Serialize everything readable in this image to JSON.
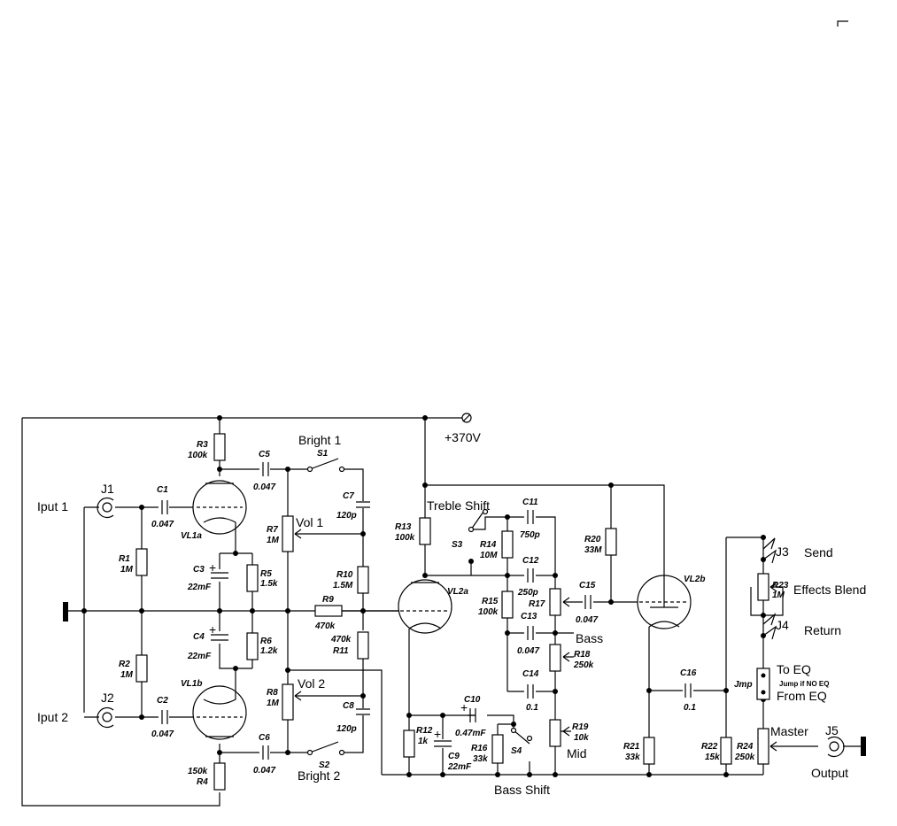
{
  "supply": {
    "label": "+370V"
  },
  "inputs": {
    "j1": {
      "ref": "J1",
      "label": "Iput 1"
    },
    "j2": {
      "ref": "J2",
      "label": "Iput 2"
    }
  },
  "tubes": {
    "vl1a": "VL1a",
    "vl1b": "VL1b",
    "vl2a": "VL2a",
    "vl2b": "VL2b"
  },
  "resistors": {
    "r1": {
      "ref": "R1",
      "value": "1M"
    },
    "r2": {
      "ref": "R2",
      "value": "1M"
    },
    "r3": {
      "ref": "R3",
      "value": "100k"
    },
    "r4": {
      "ref": "R4",
      "value": "150k"
    },
    "r5": {
      "ref": "R5",
      "value": "1.5k"
    },
    "r6": {
      "ref": "R6",
      "value": "1.2k"
    },
    "r9": {
      "ref": "R9",
      "value": "470k"
    },
    "r10": {
      "ref": "R10",
      "value": "1.5M"
    },
    "r11": {
      "ref": "R11",
      "value": "470k"
    },
    "r12": {
      "ref": "R12",
      "value": "1k"
    },
    "r13": {
      "ref": "R13",
      "value": "100k"
    },
    "r14": {
      "ref": "R14",
      "value": "10M"
    },
    "r15": {
      "ref": "R15",
      "value": "100k"
    },
    "r16": {
      "ref": "R16",
      "value": "33k"
    },
    "r20": {
      "ref": "R20",
      "value": "33M"
    },
    "r21": {
      "ref": "R21",
      "value": "33k"
    },
    "r22": {
      "ref": "R22",
      "value": "15k"
    }
  },
  "pots": {
    "r7": {
      "ref": "R7",
      "value": "1M",
      "name": "Vol 1"
    },
    "r8": {
      "ref": "R8",
      "value": "1M",
      "name": "Vol 2"
    },
    "r17": {
      "ref": "R17",
      "value": "",
      "name": ""
    },
    "r18": {
      "ref": "R18",
      "value": "250k",
      "name": "Bass"
    },
    "r19": {
      "ref": "R19",
      "value": "10k",
      "name": "Mid"
    },
    "r23": {
      "ref": "R23",
      "value": "1M",
      "name": "Effects Blend"
    },
    "r24": {
      "ref": "R24",
      "value": "250k",
      "name": "Master"
    }
  },
  "capacitors": {
    "c1": {
      "ref": "C1",
      "value": "0.047"
    },
    "c2": {
      "ref": "C2",
      "value": "0.047"
    },
    "c3": {
      "ref": "C3",
      "value": "22mF"
    },
    "c4": {
      "ref": "C4",
      "value": "22mF"
    },
    "c5": {
      "ref": "C5",
      "value": "0.047"
    },
    "c6": {
      "ref": "C6",
      "value": "0.047"
    },
    "c7": {
      "ref": "C7",
      "value": "120p"
    },
    "c8": {
      "ref": "C8",
      "value": "120p"
    },
    "c9": {
      "ref": "C9",
      "value": "22mF"
    },
    "c10": {
      "ref": "C10",
      "value": "0.47mF"
    },
    "c11": {
      "ref": "C11",
      "value": "750p"
    },
    "c12": {
      "ref": "C12",
      "value": "250p"
    },
    "c13": {
      "ref": "C13",
      "value": "0.047"
    },
    "c14": {
      "ref": "C14",
      "value": "0.1"
    },
    "c15": {
      "ref": "C15",
      "value": "0.047"
    },
    "c16": {
      "ref": "C16",
      "value": "0.1"
    }
  },
  "switches": {
    "s1": {
      "ref": "S1",
      "label": "Bright 1"
    },
    "s2": {
      "ref": "S2",
      "label": "Bright 2"
    },
    "s3": {
      "ref": "S3",
      "label": "Treble Shift"
    },
    "s4": {
      "ref": "S4",
      "label": "Bass Shift"
    }
  },
  "loop": {
    "j3": {
      "ref": "J3",
      "label": "Send"
    },
    "j4": {
      "ref": "J4",
      "label": "Return"
    },
    "jumper": {
      "ref": "Jmp",
      "to": "To EQ",
      "note": "Jump if NO EQ",
      "from": "From EQ"
    }
  },
  "output": {
    "ref": "J5",
    "label": "Output"
  }
}
